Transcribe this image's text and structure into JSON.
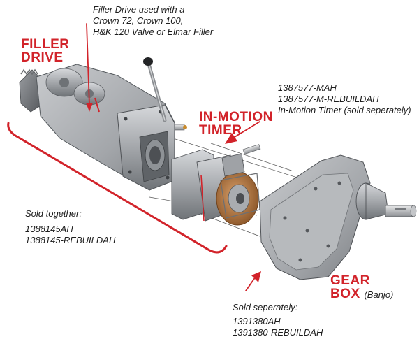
{
  "colors": {
    "accent": "#d2232a",
    "text": "#1d1d1d",
    "metal": "#a9acb0",
    "bronze": "#b0733f"
  },
  "labels": {
    "filler_drive": {
      "heading_line1": "FILLER",
      "heading_line2": "DRIVE",
      "note_line1": "Filler Drive used with a",
      "note_line2": "Crown 72, Crown 100,",
      "note_line3": "H&K 120 Valve or Elmar Filler"
    },
    "in_motion_timer": {
      "heading_line1": "IN-MOTION",
      "heading_line2": "TIMER",
      "part1": "1387577-MAH",
      "part2": "1387577-M-REBUILDAH",
      "note": "In-Motion Timer (sold seperately)"
    },
    "sold_together": {
      "title": "Sold together:",
      "part1": "1388145AH",
      "part2": "1388145-REBUILDAH"
    },
    "gear_box": {
      "heading_line1": "GEAR",
      "heading_line2": "BOX",
      "qualifier": "(Banjo)",
      "note": "Sold seperately:",
      "part1": "1391380AH",
      "part2": "1391380-REBUILDAH"
    }
  }
}
